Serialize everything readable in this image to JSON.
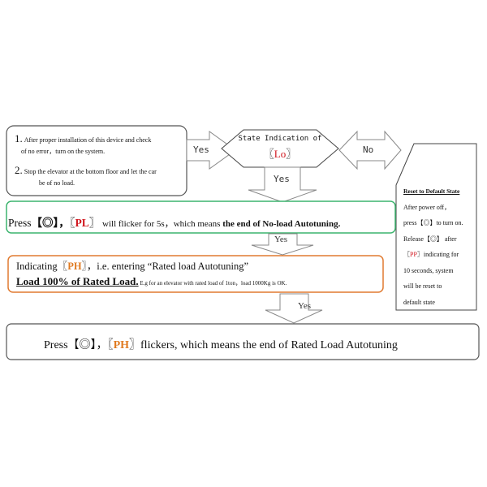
{
  "start_box": {
    "step1_num": "1.",
    "step1_text": "After proper installation of this device and check",
    "step1_text2": "of no error，turn on the system.",
    "step2_num": "2.",
    "step2_text": "Stop the elevator at the bottom floor and let the car",
    "step2_text2": "be of no load."
  },
  "decision": {
    "title": "State Indication of",
    "code_open": "〖",
    "code": "Lo",
    "code_close": "〗"
  },
  "arrows": {
    "yes1": "Yes",
    "no": "No",
    "yes2": "Yes",
    "yes3": "Yes",
    "yes4": "Yes"
  },
  "noload_box": {
    "press": "Press",
    "key": "【◎】，",
    "code_open": "〖",
    "code": "PL",
    "code_close": "〗",
    "text": " will flicker for 5s，which means ",
    "bold": "the end of No-load Autotuning."
  },
  "rated_box": {
    "line1_a": "Indicating〖",
    "code": "PH",
    "line1_b": "〗，i.e. entering “Rated load Autotuning”",
    "bold": "Load 100% of Rated Load.",
    "small": " E.g for an elevator with rated load of 1ton，load 1000Kg is OK."
  },
  "final_box": {
    "press": "Press【◎】，〖",
    "code": "PH",
    "text": "〗flickers, which means the end of Rated Load Autotuning"
  },
  "reset_box": {
    "title": "Reset to Default State",
    "l1": "After power off，",
    "l2": "press【◎】to turn on.",
    "l3": "Release【◎】 after",
    "l4a": "〖",
    "l4code": "PP",
    "l4b": "〗indicating for",
    "l5": "10 seconds, system",
    "l6": "will be reset to",
    "l7": "default state"
  },
  "colors": {
    "green": "#3cb46e",
    "orange": "#e07a30",
    "red": "#d0141c"
  }
}
